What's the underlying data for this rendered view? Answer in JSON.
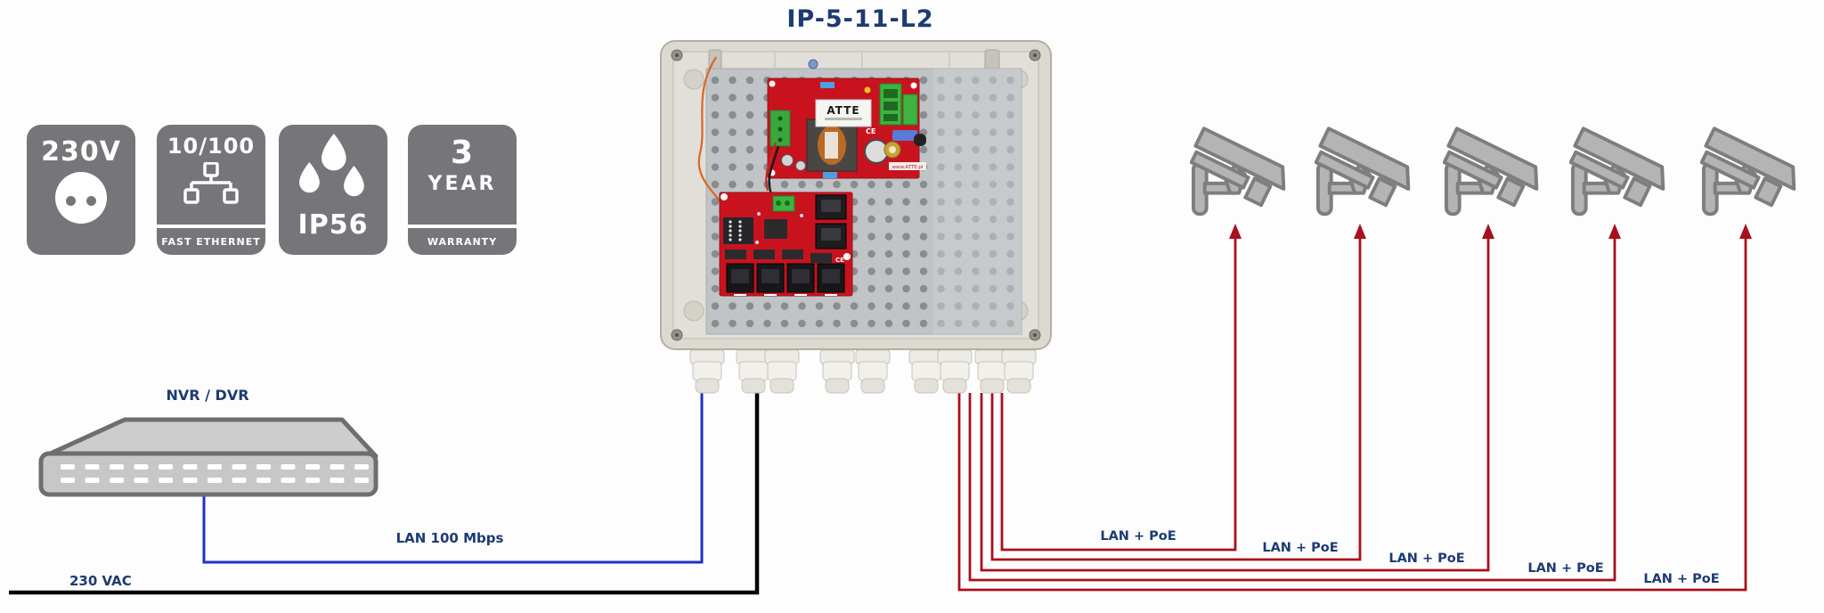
{
  "title": "IP-5-11-L2",
  "colors": {
    "navy_text": "#1d3b72",
    "lan_blue": "#2230c4",
    "mains_black": "#000000",
    "poe_red": "#a8101e",
    "badge_gray": "#76767a",
    "camera_gray": "#b4b4b4",
    "pcb_red": "#c8131f",
    "enclosure_beige": "#dcd9d1",
    "plate_gray": "#c0c4c6"
  },
  "badges": [
    {
      "label": "230V",
      "icon": "power-socket-icon"
    },
    {
      "label": "10/100",
      "icon": "ethernet-tree-icon",
      "footer": "FAST ETHERNET"
    },
    {
      "label": "IP56",
      "icon": "water-drops-icon"
    },
    {
      "label": "3",
      "sublabel": "YEAR",
      "footer": "WARRANTY"
    }
  ],
  "nvr": {
    "label": "NVR / DVR"
  },
  "enclosure": {
    "psu_brand": "ATTE",
    "ce_mark": "CE",
    "website": "www.ATTE.pl"
  },
  "connections": {
    "lan": {
      "label": "LAN 100 Mbps"
    },
    "mains": {
      "label": "230 VAC"
    },
    "poe_labels": [
      "LAN + PoE",
      "LAN + PoE",
      "LAN + PoE",
      "LAN + PoE",
      "LAN + PoE"
    ]
  },
  "cameras": {
    "count": 5
  }
}
